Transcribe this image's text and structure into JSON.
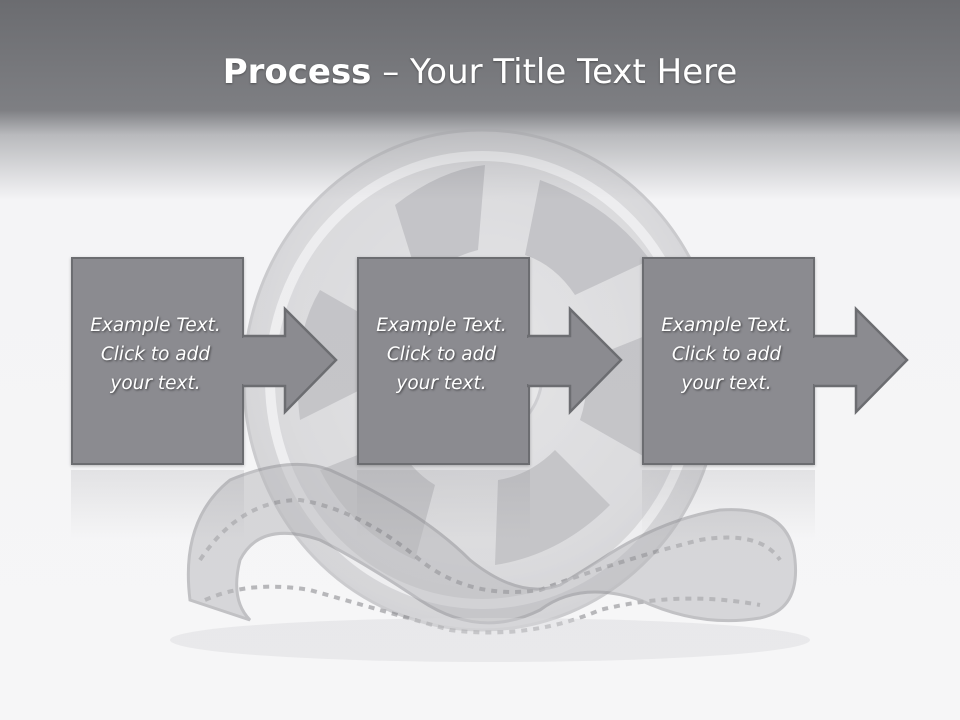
{
  "slide": {
    "title_bold": "Process",
    "title_rest": " – Your Title Text Here",
    "background_color": "#f6f6f7",
    "header_color": "#6b6c70"
  },
  "steps": [
    {
      "line1": "Example Text.",
      "line2": "Click  to add",
      "line3": "your text."
    },
    {
      "line1": "Example Text.",
      "line2": "Click  to add",
      "line3": "your text."
    },
    {
      "line1": "Example Text.",
      "line2": "Click  to add",
      "line3": "your text."
    }
  ],
  "colors": {
    "box_fill": "#8b8b90",
    "box_border": "#6c6d71",
    "arrow_fill": "#8b8b90"
  },
  "icons": {
    "background_art": "film-reel-icon",
    "connector": "arrow-right-icon"
  }
}
